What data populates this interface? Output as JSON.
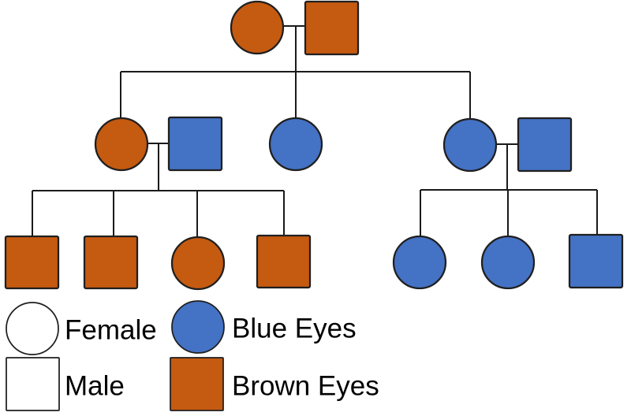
{
  "diagram": {
    "kind": "pedigree-chart",
    "trait": "eye color"
  },
  "colors": {
    "blue": "#4472C4",
    "brown": "#C55A11",
    "white": "#FFFFFF",
    "outline": "#1F1F1F",
    "line": "#1A1A1A",
    "text": "#000000",
    "background": "#FFFFFF"
  },
  "legend": {
    "items": [
      {
        "label": "Female",
        "shape": "circle",
        "fill": "#FFFFFF"
      },
      {
        "label": "Male",
        "shape": "square",
        "fill": "#FFFFFF"
      },
      {
        "label": "Blue Eyes",
        "shape": "circle",
        "fill": "#4472C4"
      },
      {
        "label": "Brown Eyes",
        "shape": "square",
        "fill": "#C55A11"
      }
    ]
  },
  "pedigree": {
    "shape_key": {
      "circle": "Female",
      "square": "Male"
    },
    "fill_key": {
      "blue": "Blue Eyes",
      "brown": "Brown Eyes"
    },
    "individuals": [
      {
        "generation": 1,
        "sex": "female",
        "eyes": "brown"
      },
      {
        "generation": 1,
        "sex": "male",
        "eyes": "brown"
      },
      {
        "generation": 2,
        "family": "left",
        "sex": "female",
        "eyes": "brown"
      },
      {
        "generation": 2,
        "family": "left",
        "sex": "male",
        "eyes": "blue"
      },
      {
        "generation": 2,
        "family": "middle",
        "sex": "female",
        "eyes": "blue"
      },
      {
        "generation": 2,
        "family": "right",
        "sex": "female",
        "eyes": "blue"
      },
      {
        "generation": 2,
        "family": "right",
        "sex": "male",
        "eyes": "blue"
      },
      {
        "generation": 3,
        "family": "left",
        "sex": "male",
        "eyes": "brown"
      },
      {
        "generation": 3,
        "family": "left",
        "sex": "male",
        "eyes": "brown"
      },
      {
        "generation": 3,
        "family": "left",
        "sex": "female",
        "eyes": "brown"
      },
      {
        "generation": 3,
        "family": "left",
        "sex": "male",
        "eyes": "brown"
      },
      {
        "generation": 3,
        "family": "right",
        "sex": "female",
        "eyes": "blue"
      },
      {
        "generation": 3,
        "family": "right",
        "sex": "female",
        "eyes": "blue"
      },
      {
        "generation": 3,
        "family": "right",
        "sex": "male",
        "eyes": "blue"
      }
    ]
  }
}
